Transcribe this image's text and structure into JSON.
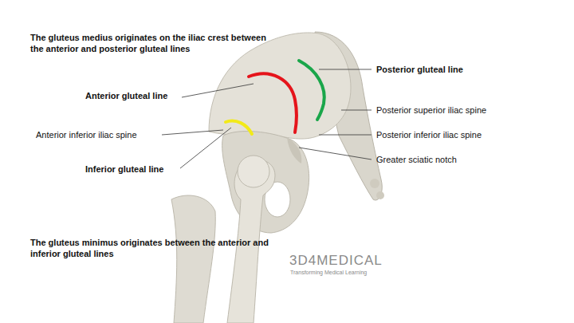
{
  "diagram": {
    "labels": [
      "The gluteus medius originates on the iliac crest between the anterior and posterior gluteal lines",
      "Anterior gluteal line",
      "Anterior inferior iliac spine",
      "Inferior gluteal line",
      "Posterior gluteal line",
      "Posterior superior iliac spine",
      "Posterior inferior iliac spine",
      "Greater sciatic notch",
      "The gluteus minimus originates between the anterior and inferior gluteal lines",
      "3D4MEDICAL",
      "Transforming Medical Learning"
    ]
  }
}
